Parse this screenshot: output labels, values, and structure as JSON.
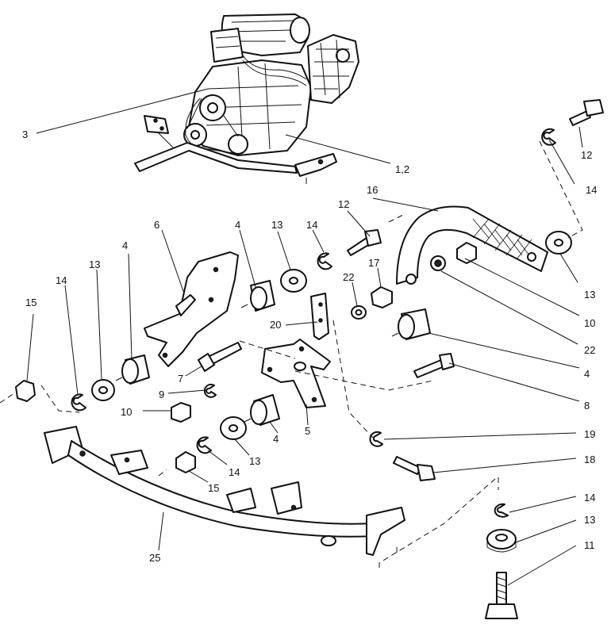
{
  "callouts": [
    {
      "id": "c3",
      "text": "3"
    },
    {
      "id": "c12",
      "text": "1,2"
    },
    {
      "id": "c12-top",
      "text": "12"
    },
    {
      "id": "c14-top",
      "text": "14"
    },
    {
      "id": "c16",
      "text": "16"
    },
    {
      "id": "c12-mid",
      "text": "12"
    },
    {
      "id": "c13-right",
      "text": "13"
    },
    {
      "id": "c10-right",
      "text": "10"
    },
    {
      "id": "c22-right",
      "text": "22"
    },
    {
      "id": "c4-right",
      "text": "4"
    },
    {
      "id": "c8",
      "text": "8"
    },
    {
      "id": "c19",
      "text": "19"
    },
    {
      "id": "c18",
      "text": "18"
    },
    {
      "id": "c14-br",
      "text": "14"
    },
    {
      "id": "c13-br",
      "text": "13"
    },
    {
      "id": "c11",
      "text": "11"
    },
    {
      "id": "c6",
      "text": "6"
    },
    {
      "id": "c4-top",
      "text": "4"
    },
    {
      "id": "c13-mid",
      "text": "13"
    },
    {
      "id": "c14-mid",
      "text": "14"
    },
    {
      "id": "c17",
      "text": "17"
    },
    {
      "id": "c22-mid",
      "text": "22"
    },
    {
      "id": "c20",
      "text": "20"
    },
    {
      "id": "c4-left",
      "text": "4"
    },
    {
      "id": "c13-left",
      "text": "13"
    },
    {
      "id": "c14-left",
      "text": "14"
    },
    {
      "id": "c15-left",
      "text": "15"
    },
    {
      "id": "c7",
      "text": "7"
    },
    {
      "id": "c9",
      "text": "9"
    },
    {
      "id": "c10-left",
      "text": "10"
    },
    {
      "id": "c5",
      "text": "5"
    },
    {
      "id": "c4-bottom",
      "text": "4"
    },
    {
      "id": "c13-bottom",
      "text": "13"
    },
    {
      "id": "c14-bottom",
      "text": "14"
    },
    {
      "id": "c15-bottom",
      "text": "15"
    },
    {
      "id": "c25",
      "text": "25"
    }
  ]
}
